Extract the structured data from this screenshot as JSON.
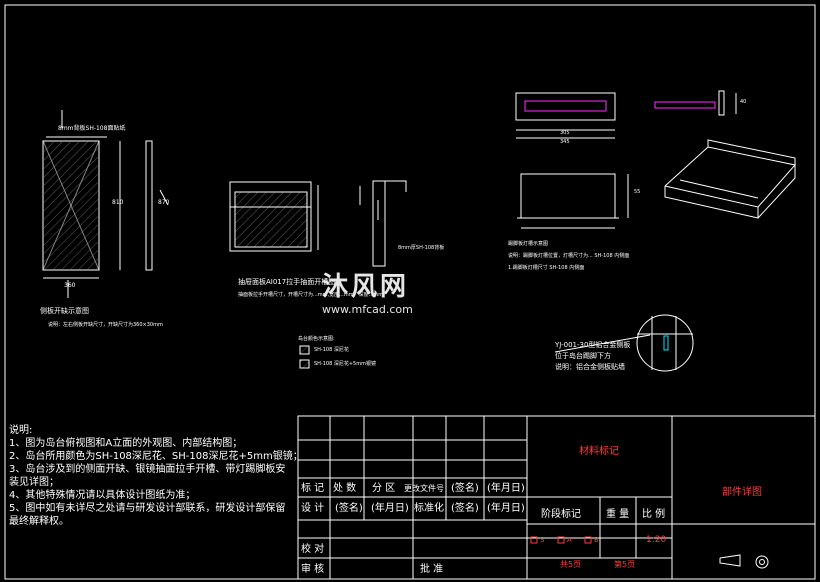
{
  "notes": {
    "title": "说明:",
    "lines": [
      "1、图为岛台俯视图和A立面的外观图、内部结构图；",
      "2、岛台所用颜色为SH-108深尼花、SH-108深尼花+5mm银镜；",
      "3、岛台涉及到的侧面开缺、银镜抽面拉手开槽、带灯踢脚板安",
      "装见详图；",
      "4、其他特殊情况请以具体设计图纸为准；",
      "5、图中如有未详尽之处请与研发设计部联系，研发设计部保留",
      "最终解释权。"
    ]
  },
  "title_block": {
    "material_label": "材料标记",
    "part_detail": "部件详图",
    "row_mark": [
      "标 记",
      "处 数",
      "分 区",
      "更改文件号",
      "(签名)",
      "(年月日)"
    ],
    "row_design": [
      "设 计",
      "(签名)",
      "(年月日)",
      "标准化",
      "(签名)",
      "(年月日)"
    ],
    "stage_mark": "阶段标记",
    "weight": "重 量",
    "scale_label": "比 例",
    "stage_s": "S",
    "stage_a": "A",
    "stage_b": "B",
    "scale_value": "1:20",
    "check": "校 对",
    "review": "审 核",
    "approve": "批 准",
    "total_pages": "共5页",
    "page_no": "第5页"
  },
  "drawing_labels": {
    "side_top": "8mm背板SH-108面贴纸",
    "side_title": "侧板开缺示意图",
    "side_note": "说明：左右侧板开缺尺寸，开缺尺寸为360×30mm",
    "drawer_title": "抽屉面板AI017拉手抽面开槽图",
    "drawer_note": "抽面板拉手开槽尺寸，开槽尺寸为...mm,宽度...mm，深度...mm",
    "profile_label": "8mm厚SH-108背板",
    "light_title": "踢脚板灯槽示意图",
    "light_note1": "说明：踢脚板灯槽位置，灯槽尺寸为... SH-108 内侧面",
    "light_note2": "1.踢脚板灯槽尺寸 SH-108 内侧面",
    "legend_title": "岛台颜色示意图:",
    "legend_1": "SH-108 深尼花",
    "legend_2": "SH-108 深尼花+5mm银镜",
    "yj_title": "YJ-001-30型铝合金侧板",
    "yj_2": "位于岛台踢脚下方",
    "yj_3": "说明：铝合金侧板贴墙",
    "dim_side_w": "360",
    "dim_h": "810",
    "dim_b": "870",
    "dim_top_a": "305",
    "dim_top_b": "345",
    "dim_r": "40",
    "dim_r2": "55"
  },
  "watermark": {
    "brand": "沐风网",
    "url": "www.mfcad.com"
  },
  "colors": {
    "background": "#000000",
    "lines": "#ffffff",
    "accent_red": "#ff3b3b",
    "magenta": "#ff2dff",
    "cyan": "#00e5ff"
  }
}
